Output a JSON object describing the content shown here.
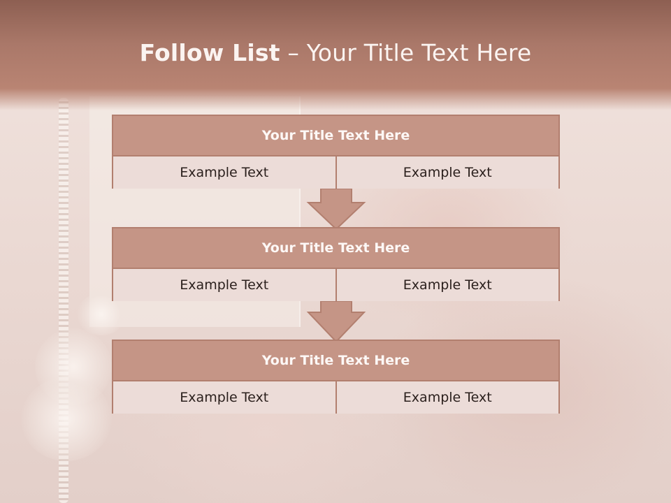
{
  "title": {
    "bold": "Follow List",
    "rest": " – Your Title Text Here"
  },
  "blocks": [
    {
      "heading": "Your Title Text Here",
      "left": "Example Text",
      "right": "Example Text"
    },
    {
      "heading": "Your Title Text Here",
      "left": "Example Text",
      "right": "Example Text"
    },
    {
      "heading": "Your Title Text Here",
      "left": "Example Text",
      "right": "Example Text"
    }
  ],
  "colors": {
    "header_band": "#aa7869",
    "block_head": "#c59586",
    "block_border": "#b27f6f",
    "block_cell": "#ecdcd8"
  }
}
